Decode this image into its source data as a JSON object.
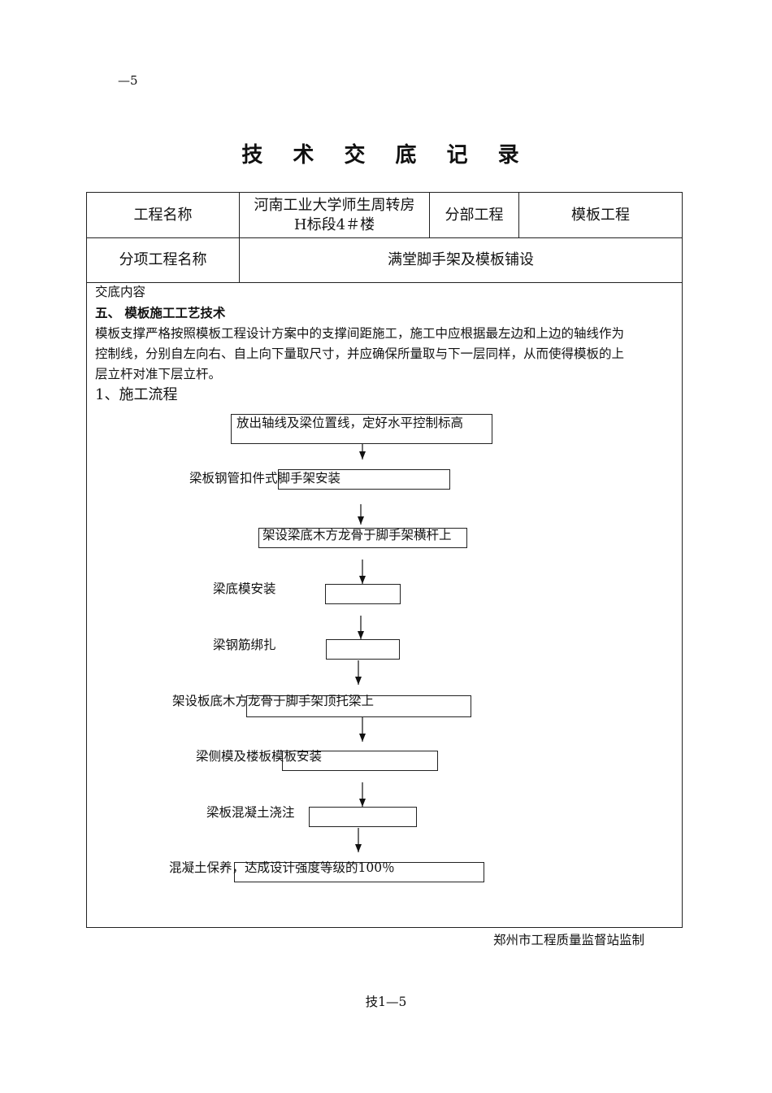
{
  "header_mark": "—5",
  "title": "技 术 交 底 记 录",
  "table": {
    "project_name_label": "工程名称",
    "project_name_line1": "河南工业大学师生周转房",
    "project_name_line2": "H标段4＃楼",
    "division_label": "分部工程",
    "division_value": "模板工程",
    "subitem_label": "分项工程名称",
    "subitem_value": "满堂脚手架及模板铺设"
  },
  "content": {
    "heading": "交底内容",
    "section_title": "五、 模板施工工艺技术",
    "paragraph_line1": "模板支撑严格按照模板工程设计方案中的支撑间距施工，施工中应根据最左边和上边的轴线作为",
    "paragraph_line2": "控制线，分别自左向右、自上向下量取尺寸，并应确保所量取与下一层同样，从而使得模板的上",
    "paragraph_line3": "层立杆对准下层立杆。",
    "flow_heading": "1、施工流程"
  },
  "flow_steps": [
    "放出轴线及梁位置线，定好水平控制标高",
    "梁板钢管扣件式脚手架安装",
    "架设梁底木方龙骨于脚手架横杆上",
    "梁底模安装",
    "梁钢筋绑扎",
    "架设板底木方龙骨于脚手架顶托梁上",
    "梁侧模及楼板模板安装",
    "梁板混凝土浇注",
    "混凝土保养，达成设计强度等级的100％"
  ],
  "footer_note": "郑州市工程质量监督站监制",
  "page_number": "技1—5"
}
